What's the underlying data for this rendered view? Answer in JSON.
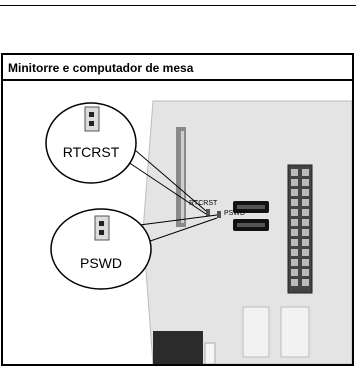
{
  "table": {
    "header": "Minitorre e computador de mesa"
  },
  "figure": {
    "callout_top_label": "RTCRST",
    "callout_bottom_label": "PSWD",
    "board_label_rtcrst": "RTCRST",
    "board_label_pswd": "PSWD"
  }
}
